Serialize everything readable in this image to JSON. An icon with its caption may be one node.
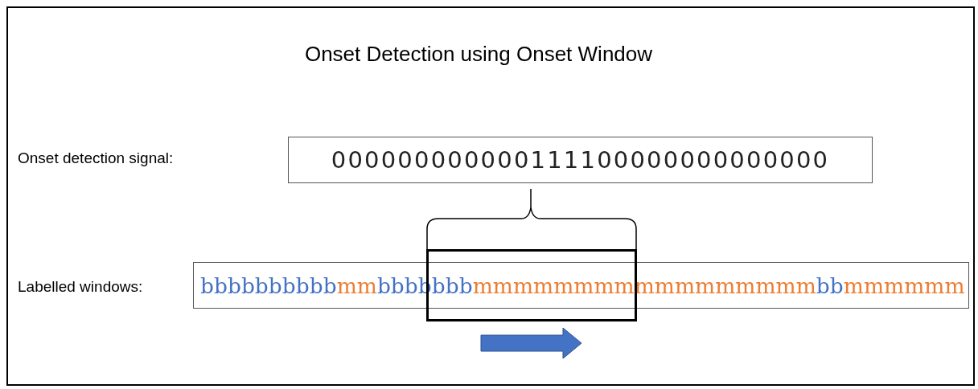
{
  "diagram": {
    "title": "Onset Detection using Onset Window",
    "nodes": [
      {
        "text": [
          "000000000000111100000000000000"
        ]
      },
      {
        "text": [
          "bbbbbbbbbb",
          "mm",
          "bbbbbbb",
          "mmmmmmmmmmmmmmmmm",
          "bb",
          "mmmmmm"
        ]
      },
      {
        "text": [],
        "shape": "box"
      }
    ],
    "edges": [],
    "labels": [
      "Onset detection signal:",
      "Labelled windows:"
    ]
  }
}
